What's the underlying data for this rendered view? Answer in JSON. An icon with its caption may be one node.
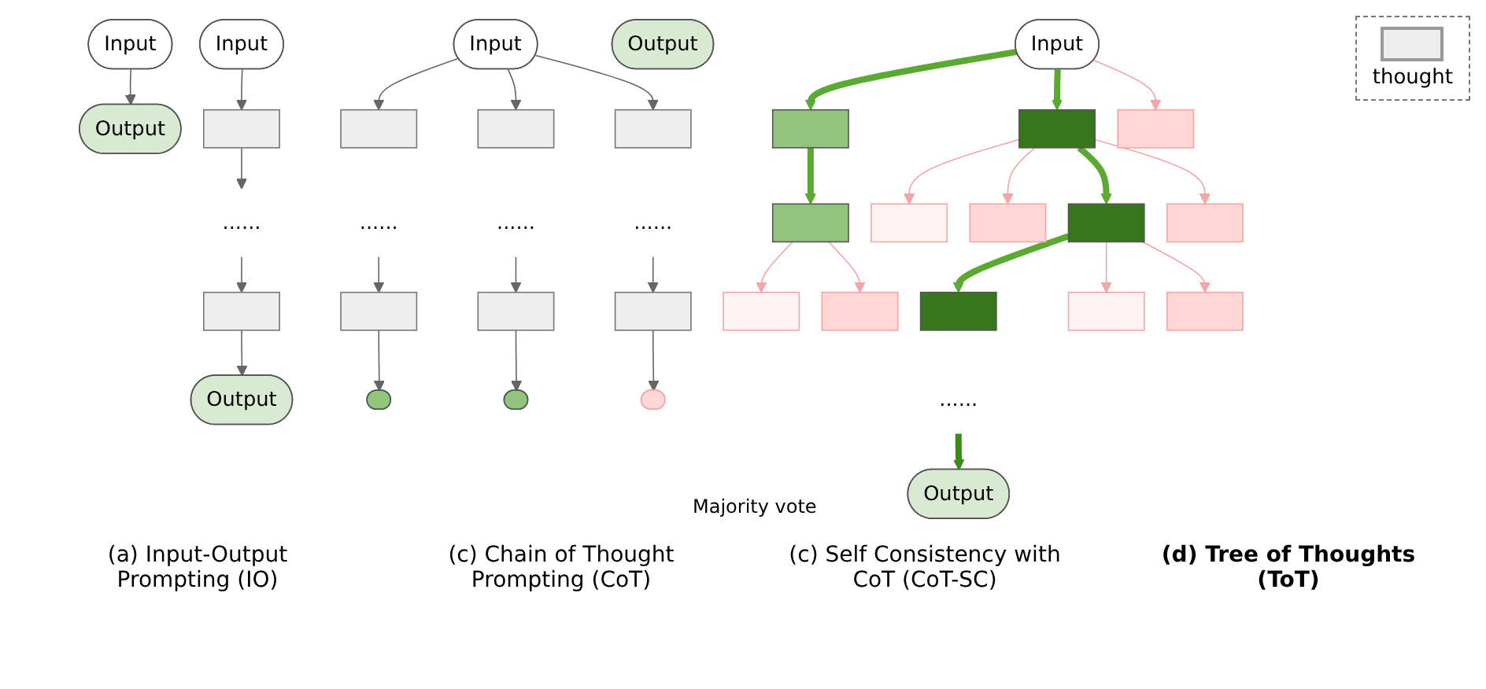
{
  "diagram": {
    "nodes": [
      {
        "text": [
          "Input"
        ]
      },
      {
        "text": [
          "Output"
        ]
      },
      {
        "text": [
          "Input"
        ]
      },
      {
        "text": [],
        "shape": "box"
      },
      {
        "text": [
          "......"
        ]
      },
      {
        "text": [],
        "shape": "box"
      },
      {
        "text": [
          "Output"
        ]
      },
      {
        "text": [
          "Input"
        ]
      },
      {
        "text": [],
        "shape": "box"
      },
      {
        "text": [],
        "shape": "box"
      },
      {
        "text": [],
        "shape": "box"
      },
      {
        "text": [
          "......"
        ]
      },
      {
        "text": [
          "......"
        ]
      },
      {
        "text": [
          "......"
        ]
      },
      {
        "text": [],
        "shape": "box"
      },
      {
        "text": [],
        "shape": "box"
      },
      {
        "text": [],
        "shape": "box"
      },
      {
        "text": [],
        "shape": "ellipse"
      },
      {
        "text": [],
        "shape": "ellipse"
      },
      {
        "text": [],
        "shape": "ellipse"
      },
      {
        "text": [
          "Output"
        ]
      },
      {
        "text": [
          "Input"
        ]
      },
      {
        "text": [],
        "shape": "box"
      },
      {
        "text": [],
        "shape": "box"
      },
      {
        "text": [],
        "shape": "box"
      },
      {
        "text": [],
        "shape": "box"
      },
      {
        "text": [],
        "shape": "box"
      },
      {
        "text": [],
        "shape": "box"
      },
      {
        "text": [],
        "shape": "box"
      },
      {
        "text": [],
        "shape": "box"
      },
      {
        "text": [],
        "shape": "box"
      },
      {
        "text": [],
        "shape": "box"
      },
      {
        "text": [],
        "shape": "box"
      },
      {
        "text": [],
        "shape": "box"
      },
      {
        "text": [],
        "shape": "box"
      },
      {
        "text": [
          "......"
        ]
      },
      {
        "text": [
          "Output"
        ]
      }
    ],
    "edges": [
      {
        "from": 0,
        "to": 1,
        "arrow": "to"
      },
      {
        "from": 2,
        "to": 3,
        "arrow": "to"
      },
      {
        "from": 3,
        "to": 4,
        "arrow": "to"
      },
      {
        "from": 4,
        "to": 5,
        "arrow": "to"
      },
      {
        "from": 5,
        "to": 6,
        "arrow": "to"
      },
      {
        "from": 7,
        "to": 8,
        "arrow": "to"
      },
      {
        "from": 7,
        "to": 9,
        "arrow": "to"
      },
      {
        "from": 7,
        "to": 10,
        "arrow": "to"
      },
      {
        "from": 11,
        "to": 14,
        "arrow": "to"
      },
      {
        "from": 12,
        "to": 15,
        "arrow": "to"
      },
      {
        "from": 13,
        "to": 16,
        "arrow": "to"
      },
      {
        "from": 14,
        "to": 17,
        "arrow": "to"
      },
      {
        "from": 15,
        "to": 18,
        "arrow": "to"
      },
      {
        "from": 16,
        "to": 19,
        "arrow": "to"
      },
      {
        "from": 21,
        "to": 22,
        "arrow": "to",
        "style": "thick",
        "color": "#5aaa32"
      },
      {
        "from": 21,
        "to": 23,
        "arrow": "to",
        "style": "thick",
        "color": "#5aaa32"
      },
      {
        "from": 21,
        "to": 24,
        "arrow": "to",
        "color": "#f4a6a6"
      },
      {
        "from": 22,
        "to": 25,
        "arrow": "to",
        "style": "thick",
        "color": "#5aaa32"
      },
      {
        "from": 23,
        "to": 26,
        "arrow": "to",
        "color": "#f4a6a6"
      },
      {
        "from": 23,
        "to": 27,
        "arrow": "to",
        "color": "#f4a6a6"
      },
      {
        "from": 23,
        "to": 28,
        "arrow": "to",
        "style": "thick",
        "color": "#5aaa32"
      },
      {
        "from": 23,
        "to": 29,
        "arrow": "to",
        "color": "#f4a6a6"
      },
      {
        "from": 25,
        "to": 30,
        "arrow": "to",
        "color": "#f4a6a6"
      },
      {
        "from": 25,
        "to": 31,
        "arrow": "to",
        "color": "#f4a6a6"
      },
      {
        "from": 28,
        "to": 32,
        "arrow": "to",
        "style": "thick",
        "color": "#5aaa32"
      },
      {
        "from": 28,
        "to": 33,
        "arrow": "to",
        "color": "#f4a6a6"
      },
      {
        "from": 28,
        "to": 34,
        "arrow": "to",
        "color": "#f4a6a6"
      },
      {
        "from": 35,
        "to": 36,
        "arrow": "to",
        "style": "thick",
        "color": "#3b8a1a"
      }
    ],
    "labels": [
      "Majority vote",
      "(a) Input-Output Prompting (IO)",
      "(c) Chain of Thought Prompting (CoT)",
      "(c) Self Consistency with CoT (CoT-SC)",
      "(d) Tree of Thoughts (ToT)"
    ],
    "legend": [
      {
        "text": "thought"
      }
    ]
  }
}
